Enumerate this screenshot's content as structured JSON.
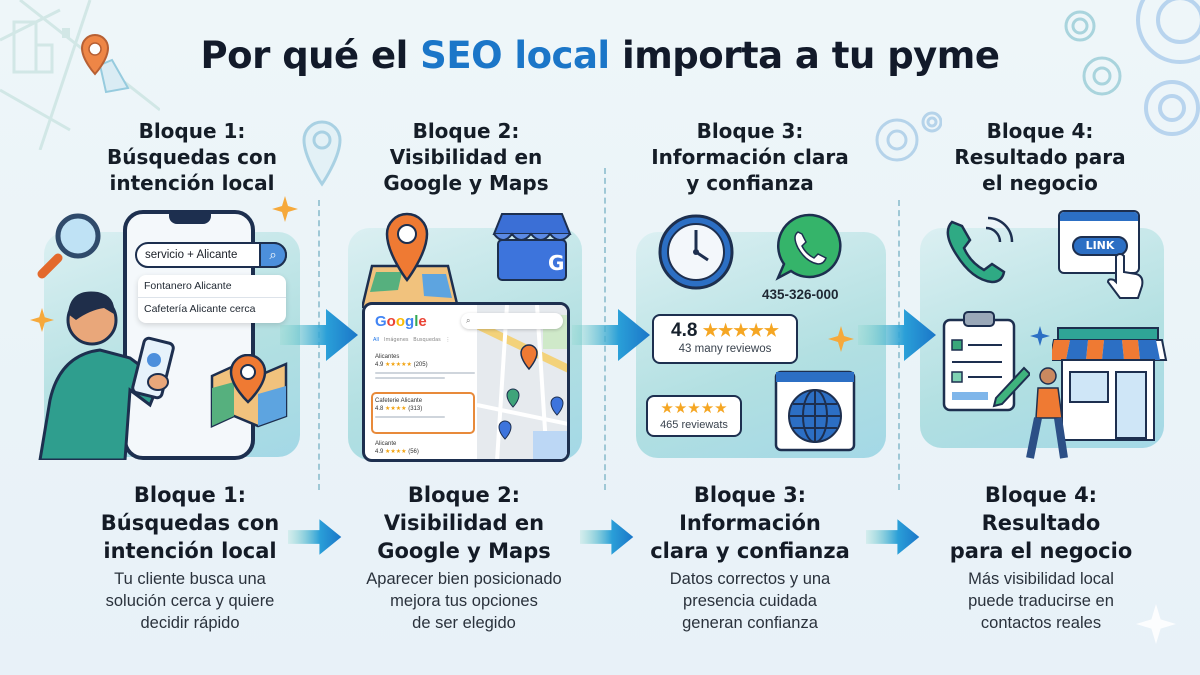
{
  "title": {
    "prefix": "Por qué el ",
    "highlight": "SEO local",
    "suffix": " importa a tu pyme",
    "highlight_color": "#1b76c8"
  },
  "blocks": [
    {
      "header": [
        "Bloque 1:",
        "Búsquedas con",
        "intención local"
      ],
      "bottom_title": [
        "Bloque 1:",
        "Búsquedas con",
        "intención local"
      ],
      "description": [
        "Tu cliente busca una",
        "solución cerca y quiere",
        "decidir rápido"
      ],
      "illustration": {
        "search_query": "servicio + Alicante",
        "suggestions": [
          "Fontanero Alicante",
          "Cafetería Alicante cerca"
        ],
        "icons": [
          "magnifier-icon",
          "phone-icon",
          "person-icon",
          "map-pin-icon",
          "map-icon",
          "sparkle-icon"
        ]
      }
    },
    {
      "header": [
        "Bloque 2:",
        "Visibilidad en",
        "Google y Maps"
      ],
      "bottom_title": [
        "Bloque 2:",
        "Visibilidad en",
        "Google y Maps"
      ],
      "description": [
        "Aparecer bien posicionado",
        "mejora tus opciones",
        "de ser elegido"
      ],
      "illustration": {
        "google_logo": "Google",
        "tabs": [
          "All",
          "Imágenes",
          "Busquedas",
          "⋮"
        ],
        "results": [
          {
            "name": "Alicantes",
            "rating": "4.9",
            "stars": "★★★★★",
            "count": "(205)"
          },
          {
            "name": "Cafeterie Alicante",
            "rating": "4.8",
            "stars": "★★★★",
            "count": "(313)",
            "highlighted": true,
            "pin_label": "Alicante"
          },
          {
            "name": "Alicante",
            "rating": "4.9",
            "stars": "★★★★",
            "count": "(56)"
          }
        ],
        "icons": [
          "map-pin-icon",
          "map-icon",
          "google-business-store-icon",
          "map-view-icon"
        ]
      }
    },
    {
      "header": [
        "Bloque 3:",
        "Información clara",
        "y confianza"
      ],
      "bottom_title": [
        "Bloque 3:",
        "Información",
        "clara y confianza"
      ],
      "description": [
        "Datos correctos y una",
        "presencia cuidada",
        "generan confianza"
      ],
      "illustration": {
        "phone_number": "435-326-000",
        "rating_main": "4.8",
        "rating_main_stars": "★★★★★",
        "rating_main_label": "43 many reviewos",
        "rating_secondary_stars": "★★★★★",
        "rating_secondary_label": "465 reviewats",
        "icons": [
          "clock-icon",
          "whatsapp-icon",
          "globe-icon",
          "sparkle-icon"
        ]
      }
    },
    {
      "header": [
        "Bloque 4:",
        "Resultado para",
        "el negocio"
      ],
      "bottom_title": [
        "Bloque 4:",
        "Resultado",
        "para el negocio"
      ],
      "description": [
        "Más visibilidad local",
        "puede traducirse en",
        "contactos reales"
      ],
      "illustration": {
        "link_label": "LINK",
        "icons": [
          "phone-call-icon",
          "browser-link-icon",
          "pointer-hand-icon",
          "clipboard-checklist-icon",
          "pencil-icon",
          "storefront-icon",
          "walking-person-icon"
        ]
      }
    }
  ],
  "colors": {
    "title_dark": "#121a2a",
    "accent_blue": "#1b76c8",
    "accent_orange": "#ef7a33",
    "accent_green": "#2fb07a",
    "panel_teal": "#9fd9da"
  }
}
